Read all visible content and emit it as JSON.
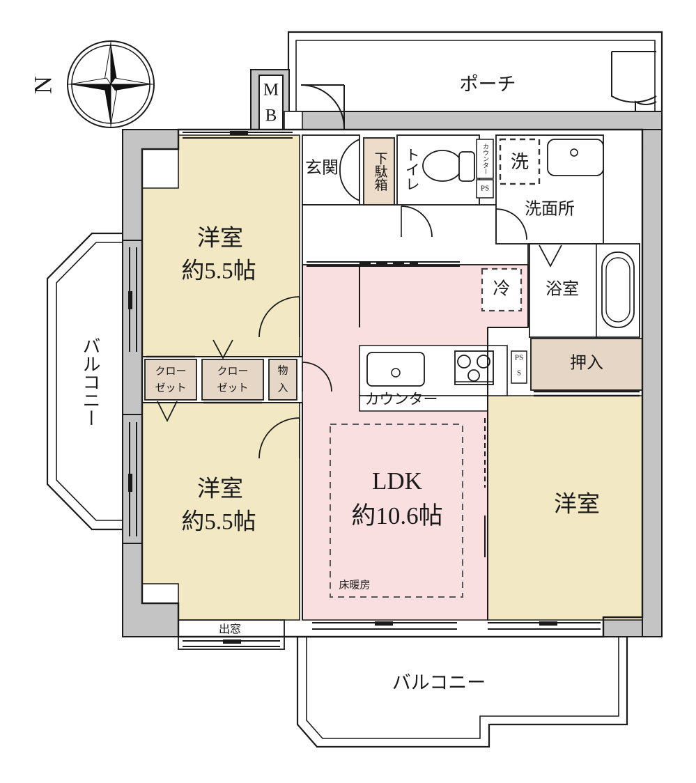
{
  "plan": {
    "type": "japanese-apartment-floorplan",
    "layout_code": "3LDK",
    "compass": {
      "label": "N",
      "icon": "compass-rose-icon"
    }
  },
  "colors": {
    "room_beige": "#f2e8c4",
    "ldk_pink": "#fadfe0",
    "closet_tan": "#e5d6c6",
    "structural_gray": "#c4c4c4",
    "wall_line": "#1a1a1a",
    "white": "#ffffff"
  },
  "rooms": [
    {
      "id": "washitsu-top-left",
      "name": "洋室",
      "size": "約5.5帖",
      "fill": "room_beige"
    },
    {
      "id": "washitsu-bottom-left",
      "name": "洋室",
      "size": "約5.5帖",
      "fill": "room_beige"
    },
    {
      "id": "washitsu-right",
      "name": "洋室",
      "size": "",
      "fill": "room_beige"
    },
    {
      "id": "ldk",
      "name": "LDK",
      "size": "約10.6帖",
      "fill": "ldk_pink",
      "note": "床暖房"
    }
  ],
  "labels": {
    "porch": "ポーチ",
    "meter_box": "MB",
    "meter_box_line1": "M",
    "meter_box_line2": "B",
    "genkan": "玄関",
    "getabako": "下駄箱",
    "toilet": "トイレ",
    "counter_small": "カウンター",
    "ps_top": "PS",
    "ps_kitchen": "PS",
    "sen": "洗",
    "senmenjo": "洗面所",
    "yokushitsu": "浴室",
    "rei": "冷",
    "oshiire": "押入",
    "closet_left": "クローゼット",
    "closet_left_line1": "クロー",
    "closet_left_line2": "ゼット",
    "closet_right": "クローゼット",
    "closet_right_line1": "クロー",
    "closet_right_line2": "ゼット",
    "monoire": "物入",
    "monoire_line1": "物",
    "monoire_line2": "入",
    "counter": "カウンター",
    "yukadanbou": "床暖房",
    "demado": "出窓",
    "balcony_left": "バルコニー",
    "balcony_bottom": "バルコニー",
    "ldk_name": "LDK",
    "ldk_size": "約10.6帖",
    "room1_name": "洋室",
    "room1_size": "約5.5帖",
    "room2_name": "洋室",
    "room2_size": "約5.5帖",
    "room3_name": "洋室",
    "north": "N"
  },
  "fixtures": [
    {
      "id": "toilet-bowl",
      "icon": "toilet-icon"
    },
    {
      "id": "washer-space",
      "icon": "washing-machine-icon",
      "label": "洗"
    },
    {
      "id": "vanity-sink",
      "icon": "vanity-sink-icon"
    },
    {
      "id": "bathtub",
      "icon": "bathtub-icon"
    },
    {
      "id": "kitchen-sink",
      "icon": "sink-icon"
    },
    {
      "id": "gas-stove",
      "icon": "stove-3burner-icon"
    },
    {
      "id": "refrigerator-space",
      "icon": "refrigerator-icon",
      "label": "冷"
    }
  ]
}
